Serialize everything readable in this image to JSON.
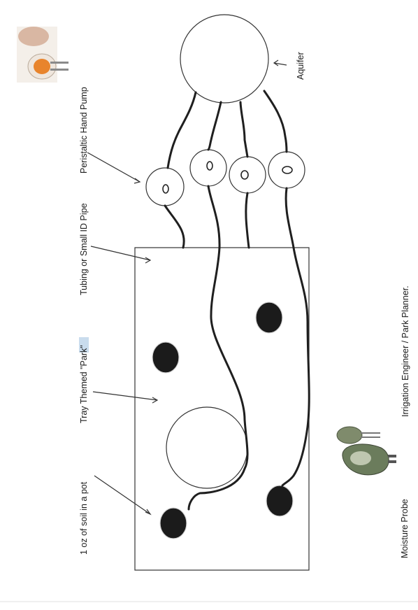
{
  "labels": {
    "aquifer": "Aquifer",
    "pump": "Peristaltic Hand Pump",
    "tubing": "Tubing or Small ID Pipe",
    "tray": "Tray Themed \"Park\"",
    "soil": "1 oz of soil in a pot",
    "irrigation": "Irrigation Engineer / Park Planner.",
    "probe": "Moisture Probe"
  },
  "colors": {
    "line": "#1f1f1f",
    "pot_fill": "#1b1b1b",
    "probe_body": "#6b7c5c",
    "highlight": "#c9dced"
  },
  "icons": {
    "hand_photo": "hand-holding-pot-image",
    "probe_photo": "moisture-probe-device-image"
  }
}
